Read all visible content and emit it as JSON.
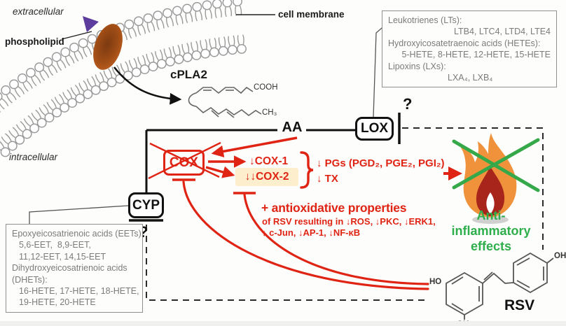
{
  "labels": {
    "extracellular": "extracellular",
    "intracellular": "intracellular",
    "phospholipid": "phospholipid",
    "cell_membrane": "cell membrane",
    "cpla2": "cPLA2",
    "cooh": "COOH",
    "ch3": "CH₃",
    "aa": "AA",
    "lox": "LOX",
    "cox": "COX",
    "cyp": "CYP",
    "rsv": "RSV",
    "question_mark": "?"
  },
  "lox_products_box": {
    "lines": [
      "Leukotrienes (LTs):",
      "LTB4, LTC4, LTD4, LTE4",
      "Hydroxyicosatetraenoic acids (HETEs):",
      "5-HETE, 8-HETE, 12-HETE, 15-HETE",
      "Lipoxins (LXs):",
      "LXA₄, LXB₄"
    ]
  },
  "cyp_products_box": {
    "lines": [
      "Epoxyeicosatrienoic acids (EETs):",
      "5,6-EET,  8,9-EET,",
      "11,12-EET, 14,15-EET",
      "Dihydroxyeicosatrienoic acids",
      "(DHETs):",
      "16-HETE, 17-HETE, 18-HETE,",
      "19-HETE, 20-HETE"
    ]
  },
  "cox_pathway": {
    "cox1": "↓COX-1",
    "cox2": "↓↓COX-2",
    "pgs": "↓ PGs (PGD₂, PGE₂, PGI₂)",
    "tx": "↓ TX"
  },
  "antioxidative": {
    "title": "+ antioxidative properties",
    "line1": "of RSV resulting in ↓ROS, ↓PKC, ↓ERK1,",
    "line2": "↓ c-Jun, ↓AP-1, ↓NF-κB"
  },
  "outcome": {
    "line1": "Anti-",
    "line2": "inflammatory",
    "line3": "effects"
  },
  "molecule": {
    "ho": "HO",
    "oh": "OH"
  },
  "colors": {
    "red": "#e02414",
    "green": "#2fae4c",
    "gray_text": "#7b7b7b",
    "highlight": "#fdeecd",
    "flame_orange": "#f0923b",
    "flame_dark_red": "#a8251c",
    "membrane_gray": "#999999",
    "protein_brown": "#b05a1e",
    "triangle_purple": "#5c3d9e"
  }
}
